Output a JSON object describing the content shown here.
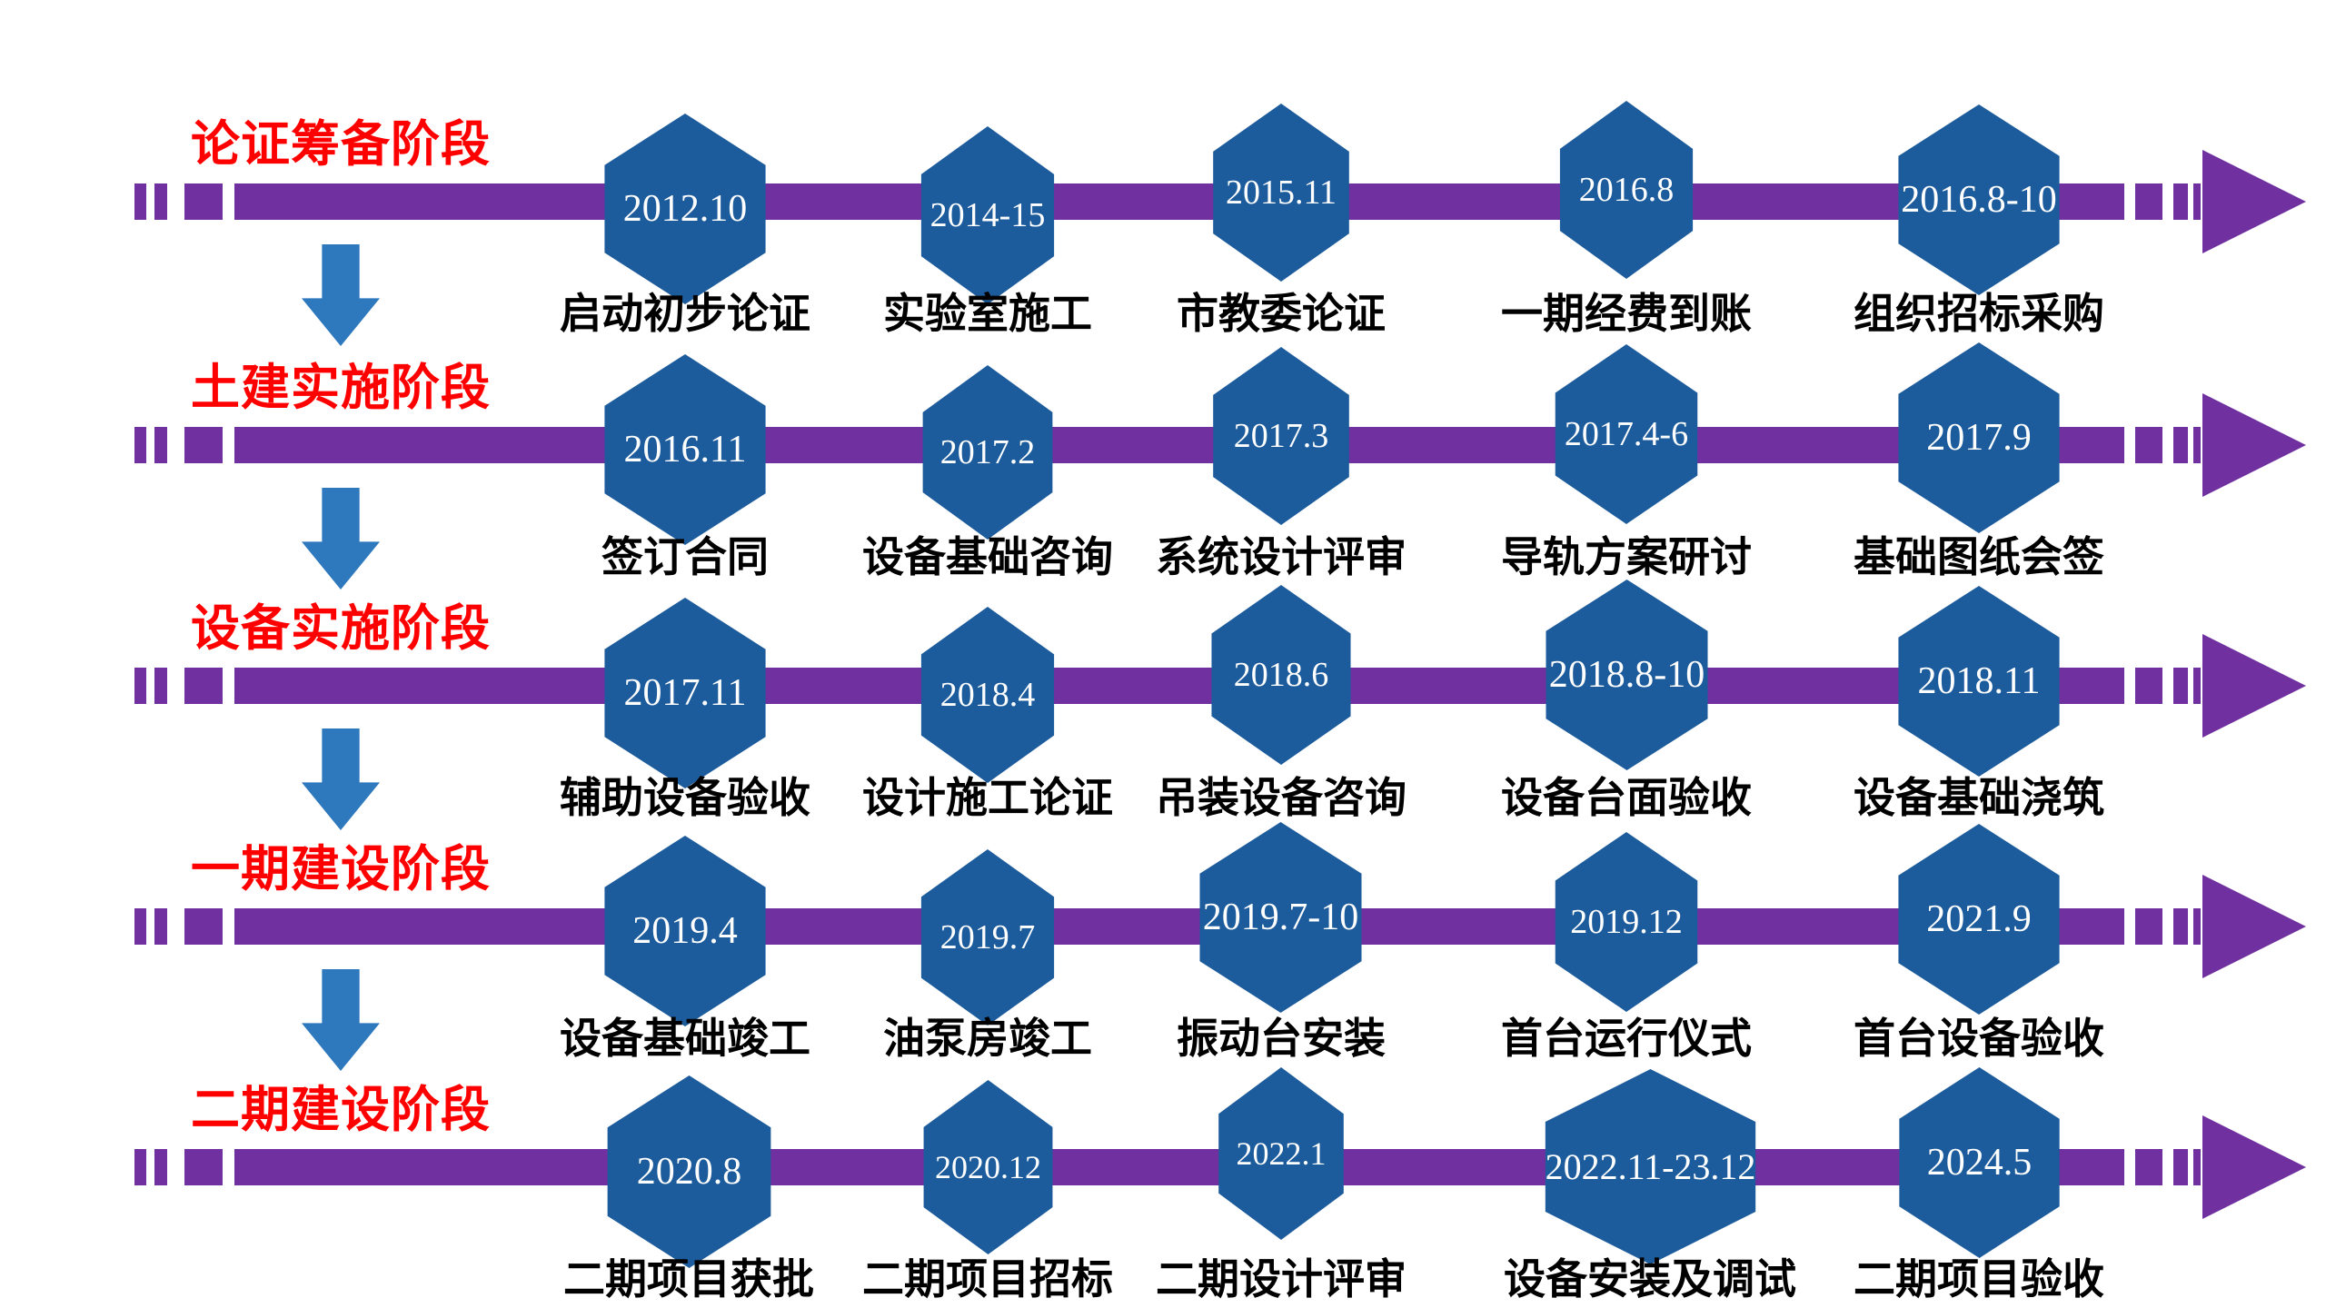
{
  "diagram_type": "timeline",
  "colors": {
    "timeline_purple": "#7030A0",
    "hexagon_blue": "#1D5C9C",
    "phase_label_red": "#FF0000",
    "down_arrow_blue": "#2E79BE",
    "date_text": "#FFFFFF",
    "milestone_text": "#000000",
    "background": "#FFFFFF"
  },
  "phases": [
    {
      "label": "论证筹备阶段",
      "milestones": [
        {
          "date": "2012.10",
          "label": "启动初步论证"
        },
        {
          "date": "2014-15",
          "label": "实验室施工"
        },
        {
          "date": "2015.11",
          "label": "市教委论证"
        },
        {
          "date": "2016.8",
          "label": "一期经费到账"
        },
        {
          "date": "2016.8-10",
          "label": "组织招标采购"
        }
      ]
    },
    {
      "label": "土建实施阶段",
      "milestones": [
        {
          "date": "2016.11",
          "label": "签订合同"
        },
        {
          "date": "2017.2",
          "label": "设备基础咨询"
        },
        {
          "date": "2017.3",
          "label": "系统设计评审"
        },
        {
          "date": "2017.4-6",
          "label": "导轨方案研讨"
        },
        {
          "date": "2017.9",
          "label": "基础图纸会签"
        }
      ]
    },
    {
      "label": "设备实施阶段",
      "milestones": [
        {
          "date": "2017.11",
          "label": "辅助设备验收"
        },
        {
          "date": "2018.4",
          "label": "设计施工论证"
        },
        {
          "date": "2018.6",
          "label": "吊装设备咨询"
        },
        {
          "date": "2018.8-10",
          "label": "设备台面验收"
        },
        {
          "date": "2018.11",
          "label": "设备基础浇筑"
        }
      ]
    },
    {
      "label": "一期建设阶段",
      "milestones": [
        {
          "date": "2019.4",
          "label": "设备基础竣工"
        },
        {
          "date": "2019.7",
          "label": "油泵房竣工"
        },
        {
          "date": "2019.7-10",
          "label": "振动台安装"
        },
        {
          "date": "2019.12",
          "label": "首台运行仪式"
        },
        {
          "date": "2021.9",
          "label": "首台设备验收"
        }
      ]
    },
    {
      "label": "二期建设阶段",
      "milestones": [
        {
          "date": "2020.8",
          "label": "二期项目获批"
        },
        {
          "date": "2020.12",
          "label": "二期项目招标"
        },
        {
          "date": "2022.1",
          "label": "二期设计评审"
        },
        {
          "date": "2022.11-23.12",
          "label": "设备安装及调试"
        },
        {
          "date": "2024.5",
          "label": "二期项目验收"
        }
      ]
    }
  ]
}
